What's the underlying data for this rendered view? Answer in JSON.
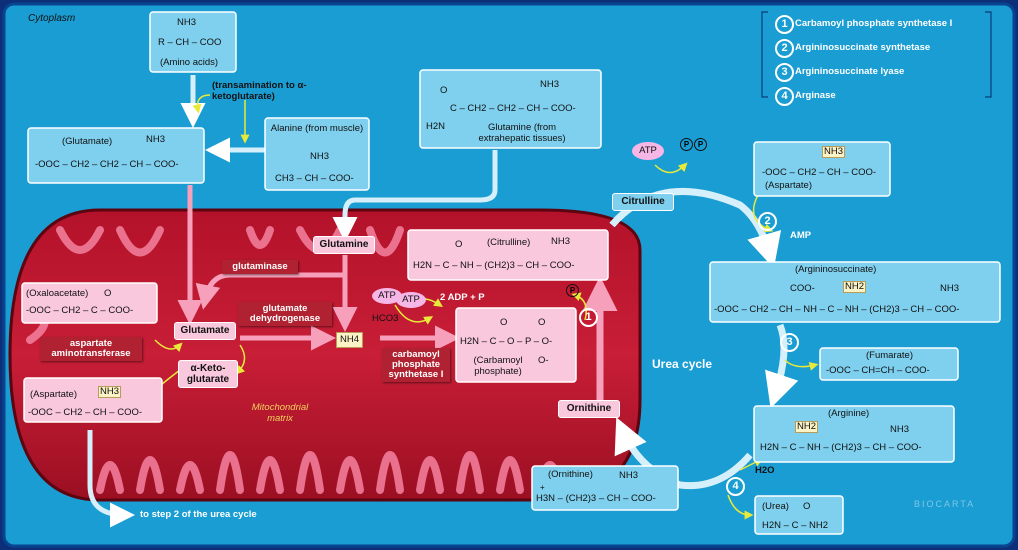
{
  "labels": {
    "cytoplasm": "Cytoplasm",
    "matrix": "Mitochondrial matrix",
    "urea_cycle": "Urea cycle",
    "step2": "to step 2 of the urea cycle",
    "watermark": "BIOCARTA"
  },
  "legend": [
    {
      "num": "1",
      "label": "Carbamoyl phosphate synthetase I"
    },
    {
      "num": "2",
      "label": "Argininosuccinate synthetase"
    },
    {
      "num": "3",
      "label": "Argininosuccinate lyase"
    },
    {
      "num": "4",
      "label": "Arginase"
    }
  ],
  "amino_acids": {
    "nh3": "NH3",
    "formula": "R – CH – COO",
    "caption": "(Amino acids)"
  },
  "transamination": "(transamination to α-ketoglutarate)",
  "glutamate_box": {
    "caption": "(Glutamate)",
    "nh3": "NH3",
    "formula": "-OOC – CH2 – CH2 – CH – COO-"
  },
  "alanine_box": {
    "caption": "Alanine (from muscle)",
    "nh3": "NH3",
    "formula": "CH3 – CH – COO-"
  },
  "glutamine_box": {
    "o": "O",
    "nh3": "NH3",
    "formula": "C – CH2 – CH2 – CH – COO-",
    "h2n": "H2N",
    "caption": "Glutamine (from extrahepatic tissues)"
  },
  "atp_pp": {
    "atp": "ATP",
    "p1": "P",
    "p2": "P"
  },
  "aspartate_top": {
    "nh3": "NH3",
    "formula": "-OOC – CH2 – CH – COO-",
    "caption": "(Aspartate)"
  },
  "citrulline_pill": "Citrulline",
  "amp": "AMP",
  "argininosuccinate": {
    "caption": "(Argininosuccinate)",
    "coo": "COO-",
    "nh2": "NH2",
    "nh3": "NH3",
    "formula": "-OOC – CH2 – CH – NH – C – NH – (CH2)3 – CH – COO-"
  },
  "fumarate": {
    "caption": "(Fumarate)",
    "formula": "-OOC – CH=CH – COO-"
  },
  "arginine": {
    "caption": "(Arginine)",
    "nh2": "NH2",
    "nh3": "NH3",
    "formula": "H2N – C – NH – (CH2)3 – CH – COO-"
  },
  "h2o": "H2O",
  "urea": {
    "caption": "(Urea)",
    "o": "O",
    "formula": "H2N – C – NH2"
  },
  "ornithine_box": {
    "caption": "(Ornithine)",
    "nh3": "NH3",
    "formula": "H3N – (CH2)3 – CH – COO-",
    "plus": "+"
  },
  "ornithine_pill": "Ornithine",
  "citrulline_box": {
    "caption": "(Citrulline)",
    "o": "O",
    "nh3": "NH3",
    "formula": "H2N – C – NH – (CH2)3 – CH – COO-"
  },
  "carbamoyl": {
    "o1": "O",
    "o2": "O",
    "formula": "H2N – C – O – P – O-",
    "ominus": "O-",
    "caption": "(Carbamoyl phosphate)"
  },
  "atp_pair": {
    "a": "ATP",
    "b": "ATP"
  },
  "adp": "2 ADP + P",
  "hco3": "HCO3",
  "p_mito": "P",
  "cps_label": "carbamoyl phosphate synthetase I",
  "glutaminase": "glutaminase",
  "glutamine_pill": "Glutamine",
  "gdh": "glutamate dehydrogenase",
  "glutamate_pill": "Glutamate",
  "nh4": "NH4",
  "oxaloacetate": {
    "caption": "(Oxaloacetate)",
    "o": "O",
    "formula": "-OOC – CH2 – C – COO-"
  },
  "asp_amino": "aspartate aminotransferase",
  "akg_pill": "α-Keto-glutarate",
  "aspartate_mito": {
    "caption": "(Aspartate)",
    "nh3": "NH3",
    "formula": "-OOC – CH2 – CH – COO-"
  }
}
